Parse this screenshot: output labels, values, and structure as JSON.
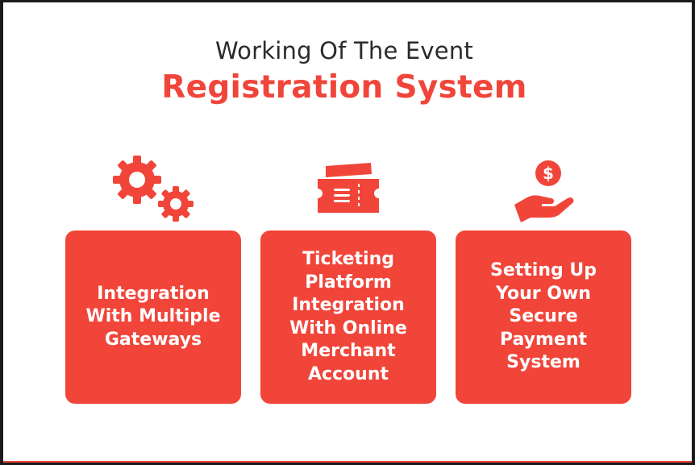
{
  "header": {
    "line1": "Working Of The Event",
    "line2": "Registration System"
  },
  "cards": [
    {
      "label": "Integration With Multiple Gateways",
      "icon": "gears-icon"
    },
    {
      "label": "Ticketing Platform Integration With Online Merchant Account",
      "icon": "ticket-icon"
    },
    {
      "label": "Setting Up Your Own Secure Payment System",
      "icon": "hand-coin-icon"
    }
  ],
  "colors": {
    "accent": "#f1453a",
    "title": "#2b2b2b",
    "background": "#ffffff"
  }
}
